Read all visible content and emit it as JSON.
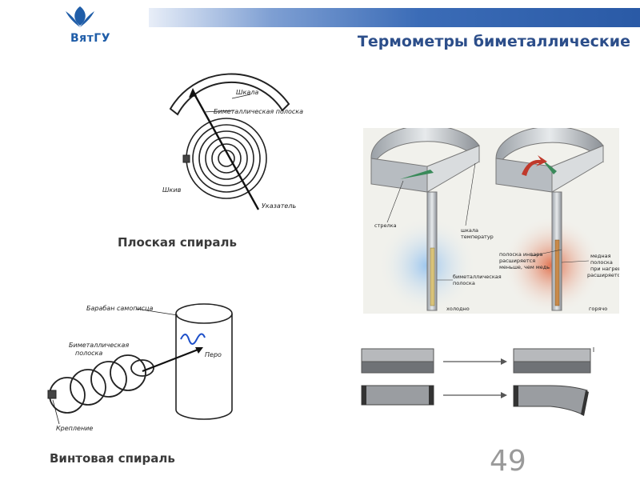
{
  "header": {
    "logo_text": "ВятГУ",
    "title": "Термометры биметаллические"
  },
  "flat_spiral": {
    "caption": "Плоская спираль",
    "labels": {
      "scale": "Шкала",
      "strip": "Биметаллическая полоска",
      "pulley": "Шкив",
      "pointer": "Указатель"
    }
  },
  "helical_spiral": {
    "caption": "Винтовая спираль",
    "labels": {
      "drum": "Барабан самописца",
      "strip_line1": "Биметаллическая",
      "strip_line2": "полоска",
      "pen": "Перо",
      "mount": "Крепление"
    }
  },
  "thermometer_illustration": {
    "labels": {
      "arrow": "стрелка",
      "scale_line1": "шкала",
      "scale_line2": "температур",
      "strip_line1": "биметаллическая",
      "strip_line2": "полоска",
      "cold": "холодно",
      "invar_line1": "полоска инвара",
      "invar_line2": "расширяется",
      "invar_line3": "меньше, чем медь",
      "copper_line1": "медная",
      "copper_line2": "полоска",
      "copper_line3": "при нагреве",
      "copper_line4": "расширяется",
      "hot": "горячо"
    }
  },
  "page_number": "49"
}
